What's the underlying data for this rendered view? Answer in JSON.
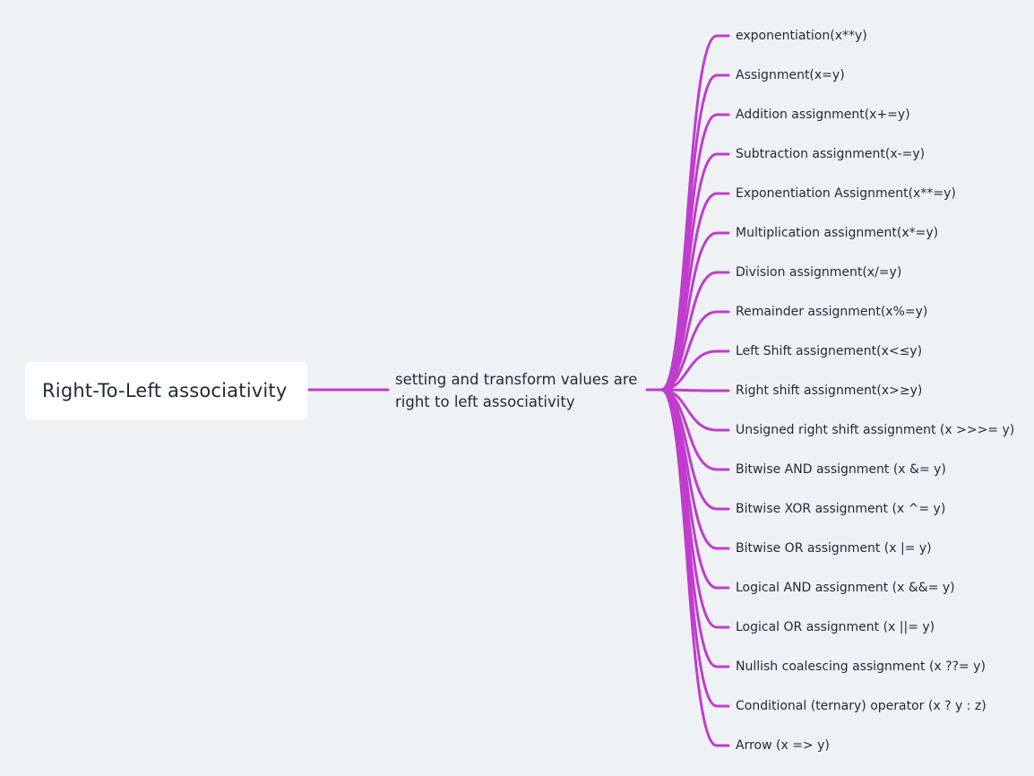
{
  "root": {
    "label": "Right-To-Left associativity"
  },
  "main_topic": {
    "label": "setting and transform values are right to left associativity"
  },
  "subtopics": [
    "exponentiation(x**y)",
    "Assignment(x=y)",
    "Addition assignment(x+=y)",
    "Subtraction assignment(x-=y)",
    "Exponentiation Assignment(x**=y)",
    "Multiplication assignment(x*=y)",
    "Division assignment(x/=y)",
    "Remainder assignment(x%=y)",
    "Left Shift assignement(x<≤y)",
    "Right shift assignment(x>≥y)",
    "Unsigned right shift assignment (x >>>= y)",
    "Bitwise AND assignment (x &= y)",
    "Bitwise XOR assignment (x ^= y)",
    "Bitwise OR assignment (x |= y)",
    "Logical AND assignment (x &&= y)",
    "Logical OR assignment (x ||= y)",
    "Nullish coalescing assignment (x ??= y)",
    "Conditional (ternary) operator (x ? y : z)",
    "Arrow (x => y)"
  ],
  "colors": {
    "branch": "#c03ccd",
    "background": "#eef2f5",
    "node": "#ffffff",
    "text": "#1f2a36"
  }
}
